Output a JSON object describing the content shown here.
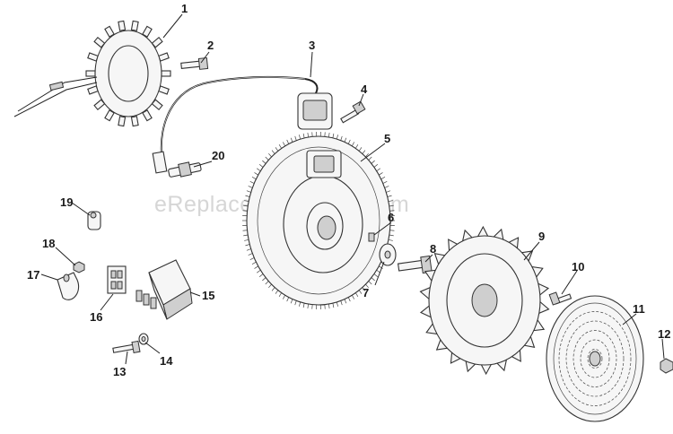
{
  "watermark": "eReplacementParts.com",
  "callouts": [
    "1",
    "2",
    "3",
    "4",
    "5",
    "6",
    "7",
    "8",
    "9",
    "10",
    "11",
    "12",
    "13",
    "14",
    "15",
    "16",
    "17",
    "18",
    "19",
    "20"
  ]
}
